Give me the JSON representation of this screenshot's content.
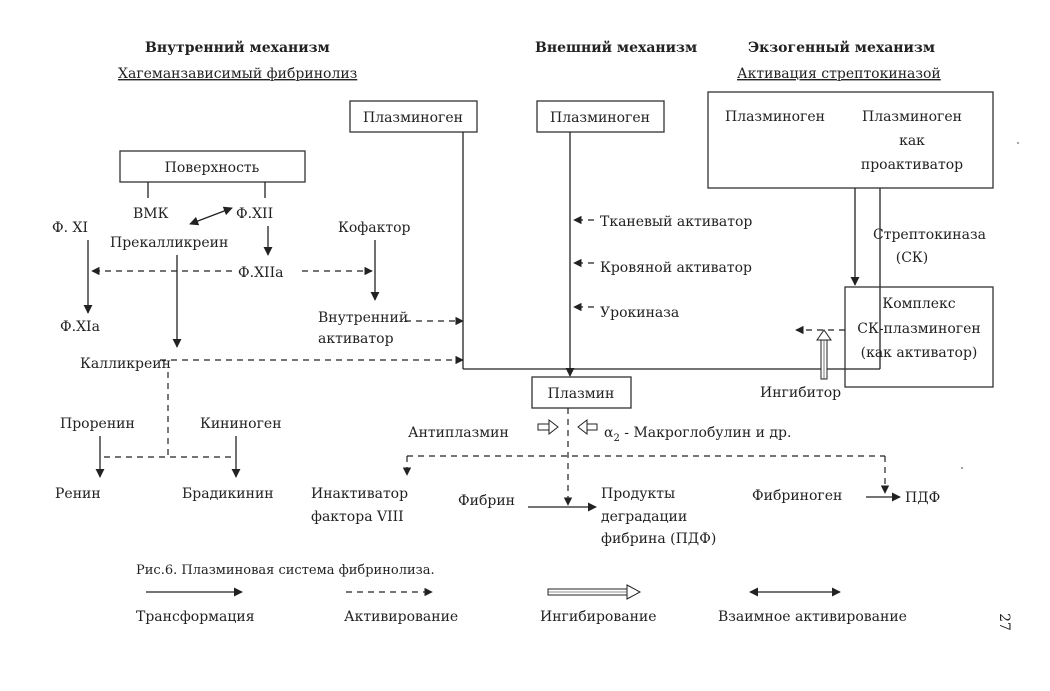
{
  "headers": {
    "intrinsic_title": "Внутренний механизм",
    "intrinsic_subtitle": "Хагеманзависимый фибринолиз",
    "extrinsic_title": "Внешний механизм",
    "exogenous_title": "Экзогенный механизм",
    "exogenous_subtitle": "Активация стрептокиназой"
  },
  "nodes": {
    "plasminogen_left": "Плазминоген",
    "plasminogen_mid": "Плазминоген",
    "plasminogen_right": "Плазминоген",
    "proactivator_l1": "Плазминоген",
    "proactivator_l2": "как",
    "proactivator_l3": "проактиватор",
    "surface": "Поверхность",
    "vmk": "ВМК",
    "f12": "Ф.XII",
    "f11": "Ф. XI",
    "prekallikrein": "Прекалликреин",
    "cofactor": "Кофактор",
    "f12a": "Ф.XIIа",
    "f11a": "Ф.XIа",
    "internal_activator_l1": "Внутренний",
    "internal_activator_l2": "активатор",
    "kallikrein": "Калликреин",
    "tissue_activator": "Тканевый активатор",
    "blood_activator": "Кровяной активатор",
    "urokinase": "Урокиназа",
    "streptokinase_l1": "Стрептокиназа",
    "streptokinase_l2": "(СК)",
    "complex_l1": "Комплекс",
    "complex_l2": "СК-плазминоген",
    "complex_l3": "(как активатор)",
    "inhibitor": "Ингибитор",
    "plasmin": "Плазмин",
    "antiplasmin": "Антиплазмин",
    "alpha2_symbol": "α",
    "alpha2_sub": "2",
    "alpha2_rest": " - Макроглобулин и др.",
    "prorenin": "Проренин",
    "kininogen": "Кининоген",
    "renin": "Ренин",
    "bradykinin": "Брадикинин",
    "inactivator_l1": "Инактиватор",
    "inactivator_l2": "фактора VIII",
    "fibrin": "Фибрин",
    "products_l1": "Продукты",
    "products_l2": "деградации",
    "products_l3": "фибрина (ПДФ)",
    "fibrinogen": "Фибриноген",
    "pdf": "ПДФ"
  },
  "caption": "Рис.6. Плазминовая система фибринолиза.",
  "legend": {
    "transformation": "Трансформация",
    "activation": "Активирование",
    "inhibition": "Ингибирование",
    "mutual": "Взаимное активирование"
  },
  "page_number": "27"
}
